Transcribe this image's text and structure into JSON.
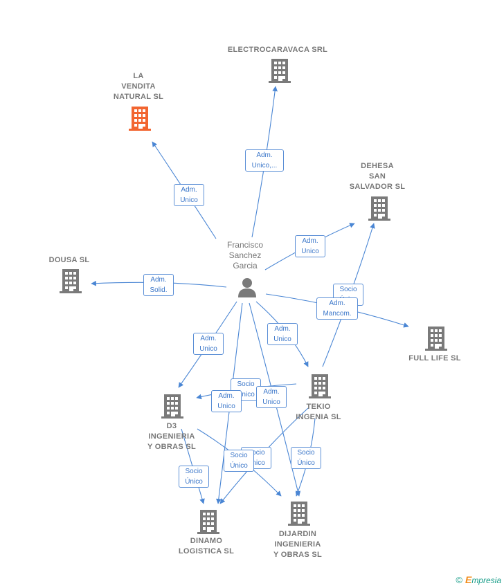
{
  "nodes": {
    "la_vendita": {
      "label": "LA\nVENDITA\nNATURAL  SL"
    },
    "electrocaravaca": {
      "label": "ELECTROCARAVACA SRL"
    },
    "dehesa": {
      "label": "DEHESA\nSAN\nSALVADOR SL"
    },
    "dousa": {
      "label": "DOUSA  SL"
    },
    "full_life": {
      "label": "FULL LIFE  SL"
    },
    "tekio": {
      "label": "TEKIO\nINGENIA  SL"
    },
    "d3": {
      "label": "D3\nINGENIERIA\nY OBRAS  SL"
    },
    "dinamo": {
      "label": "DINAMO\nLOGISTICA  SL"
    },
    "dijardin": {
      "label": "DIJARDIN\nINGENIERIA\nY OBRAS  SL"
    }
  },
  "person": {
    "label": "Francisco\nSanchez\nGarcia"
  },
  "edges": {
    "e1": "Adm.\nUnico",
    "e2": "Adm.\nUnico,...",
    "e3": "Adm.\nUnico",
    "e4": "Adm.\nSolid.",
    "e5": "Socio\nÚnico",
    "e6": "Adm.\nMancom.",
    "e7": "Adm.\nUnico",
    "e8": "Adm.\nUnico",
    "e9": "Socio\nÚnico",
    "e10": "Adm.\nUnico",
    "e11": "Adm.\nUnico",
    "e12": "Socio\nÚnico",
    "e13": "Socio\nÚnico",
    "e14": "Socio\nÚnico",
    "e15": "Socio\nÚnico"
  },
  "footer": {
    "copyright": "©",
    "brand_initial": "E",
    "brand_rest": "mpresia"
  },
  "colors": {
    "edge": "#4a86d4",
    "building": "#7a7a7a",
    "highlight": "#f26530"
  }
}
